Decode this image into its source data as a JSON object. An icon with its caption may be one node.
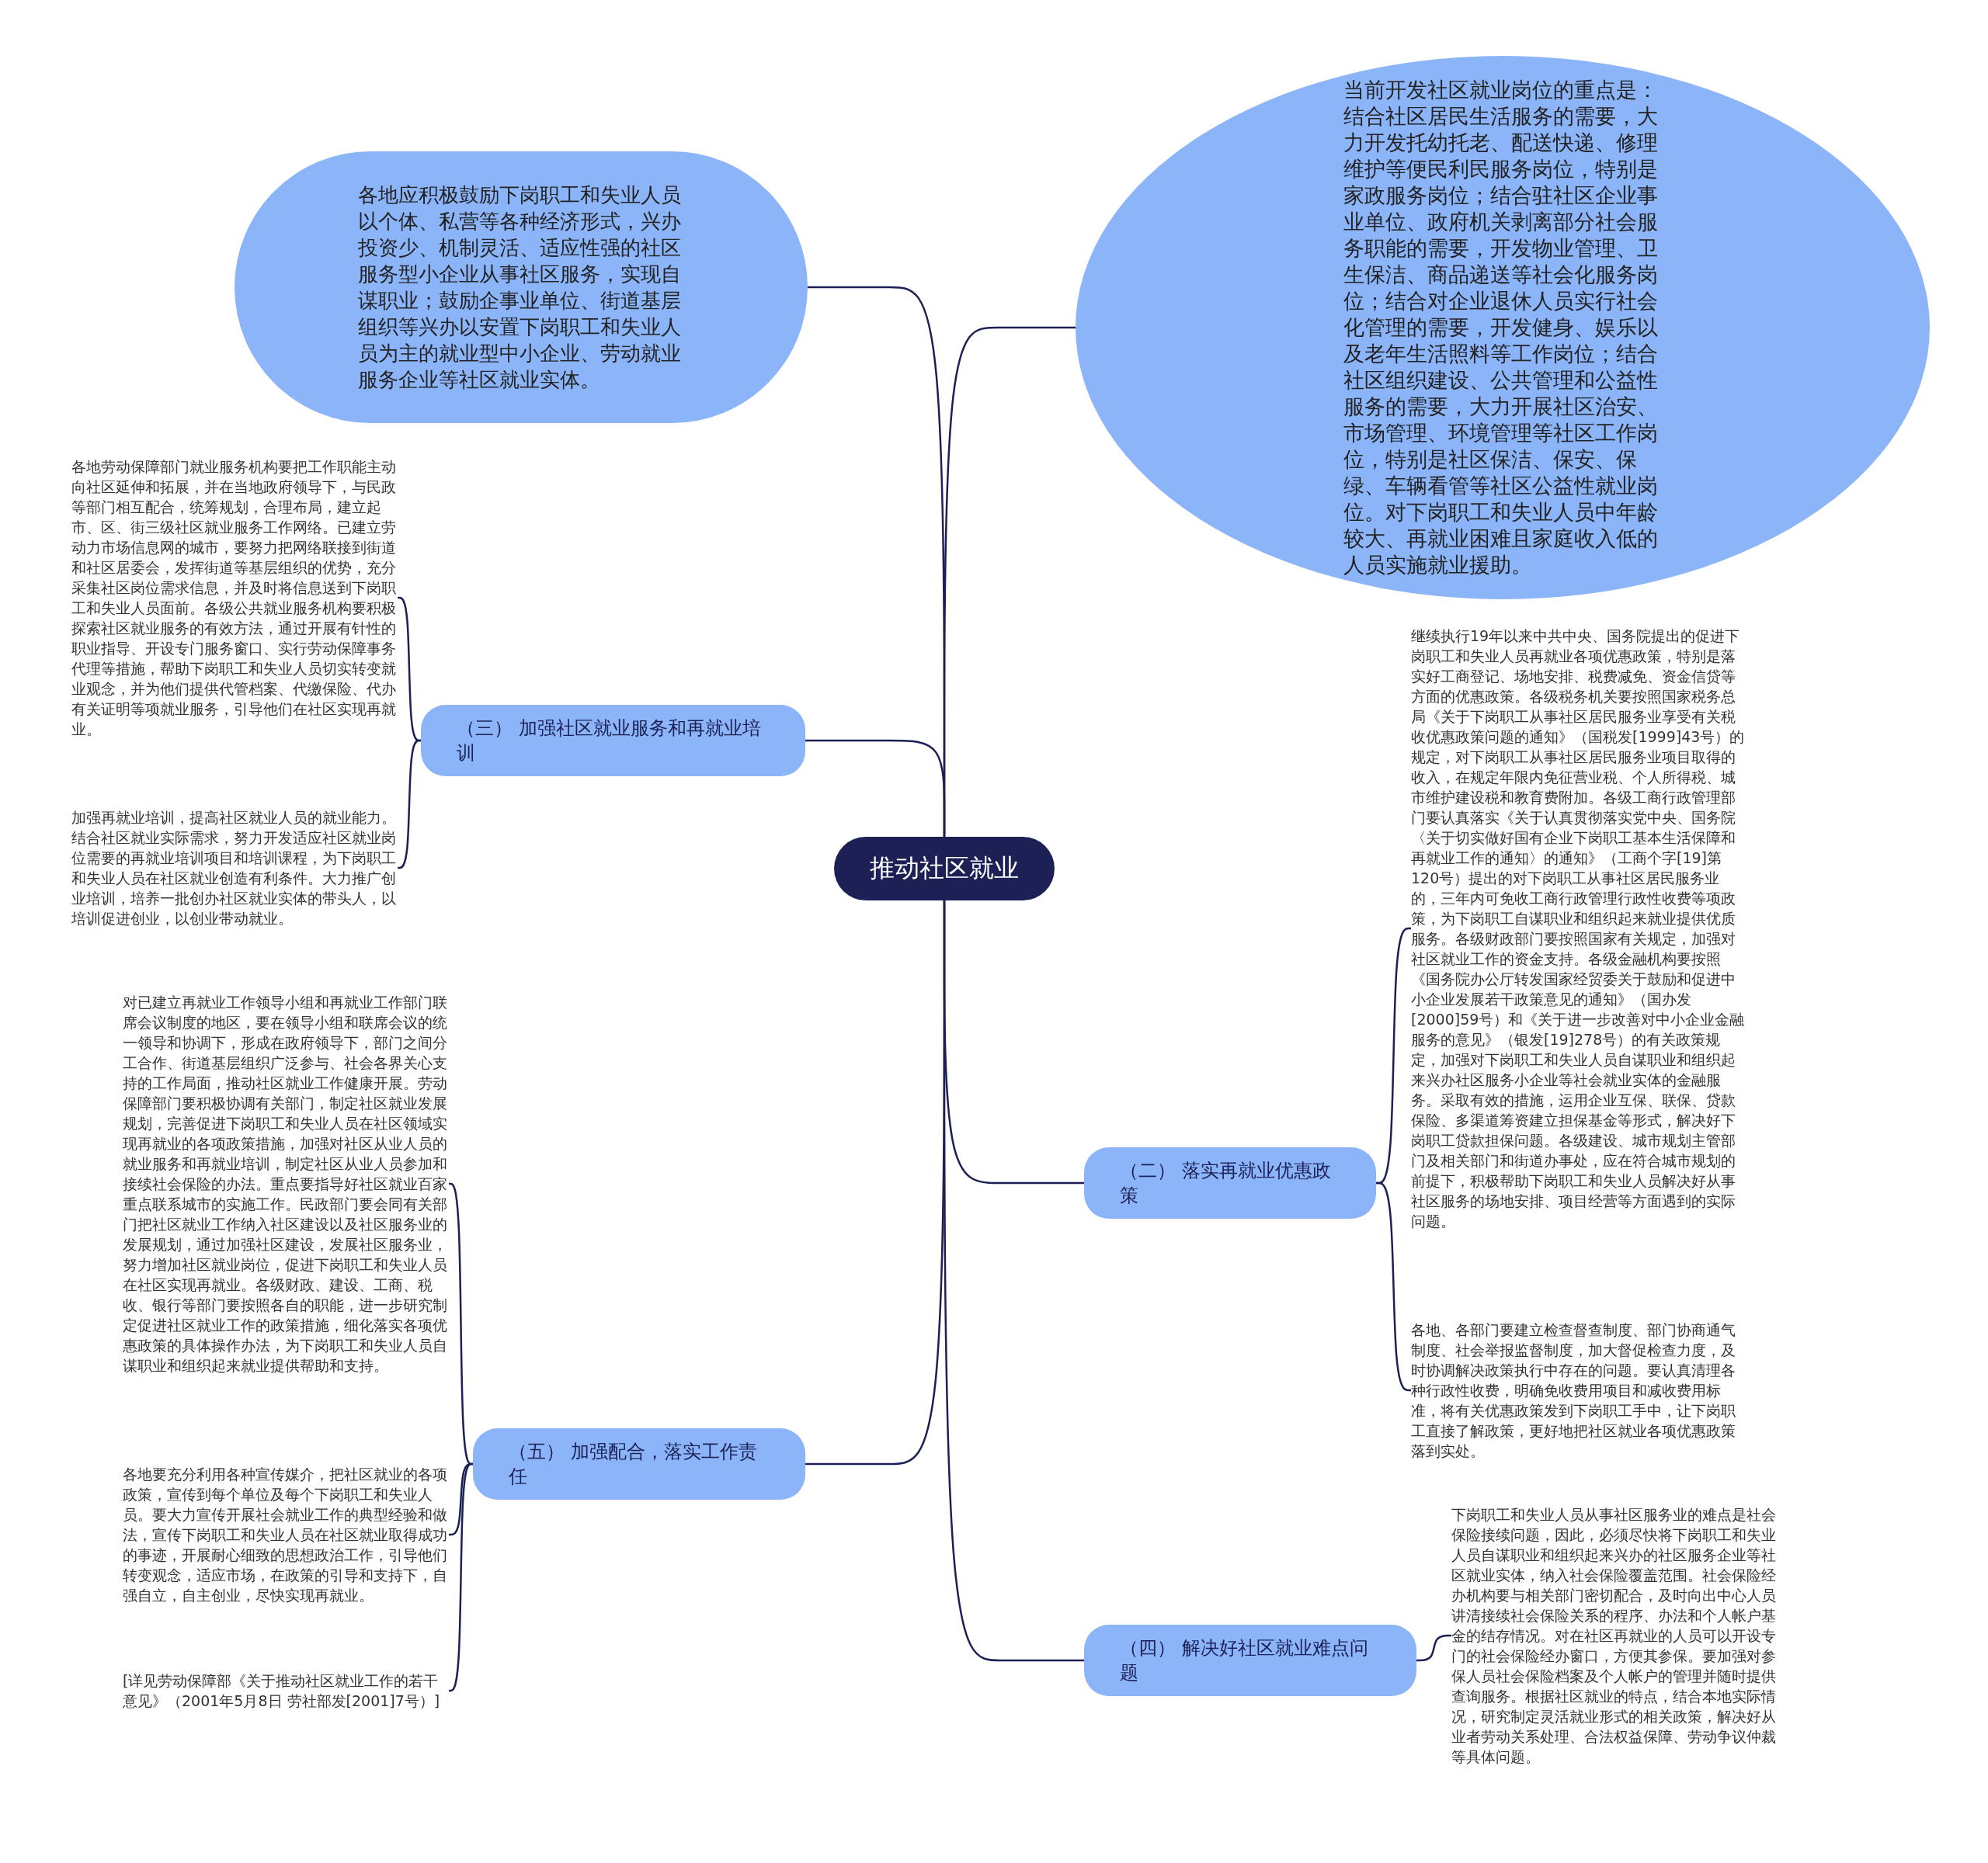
{
  "diagram": {
    "nodes": [
      {
        "text": [
          "推动社区就业"
        ]
      },
      {
        "text": [
          "各地应积极鼓励下岗职工和失业人员以个体、私营等各种经济形式，兴办投资少、机制灵活、适应性强的社区服务型小企业从事社区服务，实现自谋职业；鼓励企事业单位、街道基层组织等兴办以安置下岗职工和失业人员为主的就业型中小企业、劳动就业服务企业等社区就业实体。"
        ]
      },
      {
        "text": [
          "当前开发社区就业岗位的重点是：结合社区居民生活服务的需要，大力开发托幼托老、配送快递、修理维护等便民利民服务岗位，特别是家政服务岗位；结合驻社区企业事业单位、政府机关剥离部分社会服务职能的需要，开发物业管理、卫生保洁、商品递送等社会化服务岗位；结合对企业退休人员实行社会化管理的需要，开发健身、娱乐以及老年生活照料等工作岗位；结合社区组织建设、公共管理和公益性服务的需要，大力开展社区治安、市场管理、环境管理等社区工作岗位，特别是社区保洁、保安、保绿、车辆看管等社区公益性就业岗位。对下岗职工和失业人员中年龄较大、再就业困难且家庭收入低的人员实施就业援助。"
        ]
      },
      {
        "text": [
          "（三） 加强社区就业服务和再就业培训"
        ]
      },
      {
        "text": [
          "各地劳动保障部门就业服务机构要把工作职能主动向社区延伸和拓展，并在当地政府领导下，与民政等部门相互配合，统筹规划，合理布局，建立起市、区、街三级社区就业服务工作网络。已建立劳动力市场信息网的城市，要努力把网络联接到街道和社区居委会，发挥街道等基层组织的优势，充分采集社区岗位需求信息，并及时将信息送到下岗职工和失业人员面前。各级公共就业服务机构要积极探索社区就业服务的有效方法，通过开展有针性的职业指导、开设专门服务窗口、实行劳动保障事务代理等措施，帮助下岗职工和失业人员切实转变就业观念，并为他们提供代管档案、代缴保险、代办有关证明等项就业服务，引导他们在社区实现再就业。"
        ]
      },
      {
        "text": [
          "加强再就业培训，提高社区就业人员的就业能力。结合社区就业实际需求，努力开发适应社区就业岗位需要的再就业培训项目和培训课程，为下岗职工和失业人员在社区就业创造有利条件。大力推广创业培训，培养一批创办社区就业实体的带头人，以培训促进创业，以创业带动就业。"
        ]
      },
      {
        "text": [
          "（二） 落实再就业优惠政策"
        ]
      },
      {
        "text": [
          "继续执行19年以来中共中央、国务院提出的促进下岗职工和失业人员再就业各项优惠政策，特别是落实好工商登记、场地安排、税费减免、资金信贷等方面的优惠政策。各级税务机关要按照国家税务总局《关于下岗职工从事社区居民服务业享受有关税收优惠政策问题的通知》（国税发[1999]43号）的规定，对下岗职工从事社区居民服务业项目取得的收入，在规定年限内免征营业税、个人所得税、城市维护建设税和教育费附加。各级工商行政管理部门要认真落实《关于认真贯彻落实党中央、国务院〈关于切实做好国有企业下岗职工基本生活保障和再就业工作的通知〉的通知》（工商个字[19]第120号）提出的对下岗职工从事社区居民服务业的，三年内可免收工商行政管理行政性收费等项政策，为下岗职工自谋职业和组织起来就业提供优质服务。各级财政部门要按照国家有关规定，加强对社区就业工作的资金支持。各级金融机构要按照《国务院办公厅转发国家经贸委关于鼓励和促进中小企业发展若干政策意见的通知》（国办发[2000]59号）和《关于进一步改善对中小企业金融服务的意见》（银发[19]278号）的有关政策规定，加强对下岗职工和失业人员自谋职业和组织起来兴办社区服务小企业等社会就业实体的金融服务。采取有效的措施，运用企业互保、联保、贷款保险、多渠道筹资建立担保基金等形式，解决好下岗职工贷款担保问题。各级建设、城市规划主管部门及相关部门和街道办事处，应在符合城市规划的前提下，积极帮助下岗职工和失业人员解决好从事社区服务的场地安排、项目经营等方面遇到的实际问题。"
        ]
      },
      {
        "text": [
          "各地、各部门要建立检查督查制度、部门协商通气制度、社会举报监督制度，加大督促检查力度，及时协调解决政策执行中存在的问题。要认真清理各种行政性收费，明确免收费用项目和减收费用标准，将有关优惠政策发到下岗职工手中，让下岗职工直接了解政策，更好地把社区就业各项优惠政策落到实处。"
        ]
      },
      {
        "text": [
          "（五） 加强配合，落实工作责任"
        ]
      },
      {
        "text": [
          "对已建立再就业工作领导小组和再就业工作部门联席会议制度的地区，要在领导小组和联席会议的统一领导和协调下，形成在政府领导下，部门之间分工合作、街道基层组织广泛参与、社会各界关心支持的工作局面，推动社区就业工作健康开展。劳动保障部门要积极协调有关部门，制定社区就业发展规划，完善促进下岗职工和失业人员在社区领域实现再就业的各项政策措施，加强对社区从业人员的就业服务和再就业培训，制定社区从业人员参加和接续社会保险的办法。重点要指导好社区就业百家重点联系城市的实施工作。民政部门要会同有关部门把社区就业工作纳入社区建设以及社区服务业的发展规划，通过加强社区建设，发展社区服务业，努力增加社区就业岗位，促进下岗职工和失业人员在社区实现再就业。各级财政、建设、工商、税收、银行等部门要按照各自的职能，进一步研究制定促进社区就业工作的政策措施，细化落实各项优惠政策的具体操作办法，为下岗职工和失业人员自谋职业和组织起来就业提供帮助和支持。"
        ]
      },
      {
        "text": [
          "各地要充分利用各种宣传媒介，把社区就业的各项政策，宣传到每个单位及每个下岗职工和失业人员。要大力宣传开展社会就业工作的典型经验和做法，宣传下岗职工和失业人员在社区就业取得成功的事迹，开展耐心细致的思想政治工作，引导他们转变观念，适应市场，在政策的引导和支持下，自强自立，自主创业，尽快实现再就业。"
        ]
      },
      {
        "text": [
          "[详见劳动保障部《关于推动社区就业工作的若干意见》（2001年5月8日 劳社部发[2001]7号）]"
        ]
      },
      {
        "text": [
          "（四） 解决好社区就业难点问题"
        ]
      },
      {
        "text": [
          "下岗职工和失业人员从事社区服务业的难点是社会保险接续问题，因此，必须尽快将下岗职工和失业人员自谋职业和组织起来兴办的社区服务企业等社区就业实体，纳入社会保险覆盖范围。社会保险经办机构要与相关部门密切配合，及时向出中心人员讲清接续社会保险关系的程序、办法和个人帐户基金的结存情况。对在社区再就业的人员可以开设专门的社会保险经办窗口，方便其参保。要加强对参保人员社会保险档案及个人帐户的管理并随时提供查询服务。根据社区就业的特点，结合本地实际情况，研究制定灵活就业形式的相关政策，解决好从业者劳动关系处理、合法权益保障、劳动争议仲裁等具体问题。"
        ]
      }
    ],
    "edges": [
      {
        "from": 0,
        "to": 1,
        "arrow": "none"
      },
      {
        "from": 0,
        "to": 2,
        "arrow": "none"
      },
      {
        "from": 0,
        "to": 3,
        "arrow": "none"
      },
      {
        "from": 3,
        "to": 4,
        "arrow": "none"
      },
      {
        "from": 3,
        "to": 5,
        "arrow": "none"
      },
      {
        "from": 0,
        "to": 6,
        "arrow": "none"
      },
      {
        "from": 6,
        "to": 7,
        "arrow": "none"
      },
      {
        "from": 6,
        "to": 8,
        "arrow": "none"
      },
      {
        "from": 0,
        "to": 9,
        "arrow": "none"
      },
      {
        "from": 9,
        "to": 10,
        "arrow": "none"
      },
      {
        "from": 9,
        "to": 11,
        "arrow": "none"
      },
      {
        "from": 9,
        "to": 12,
        "arrow": "none"
      },
      {
        "from": 0,
        "to": 13,
        "arrow": "none"
      },
      {
        "from": 13,
        "to": 14,
        "arrow": "none"
      }
    ]
  }
}
